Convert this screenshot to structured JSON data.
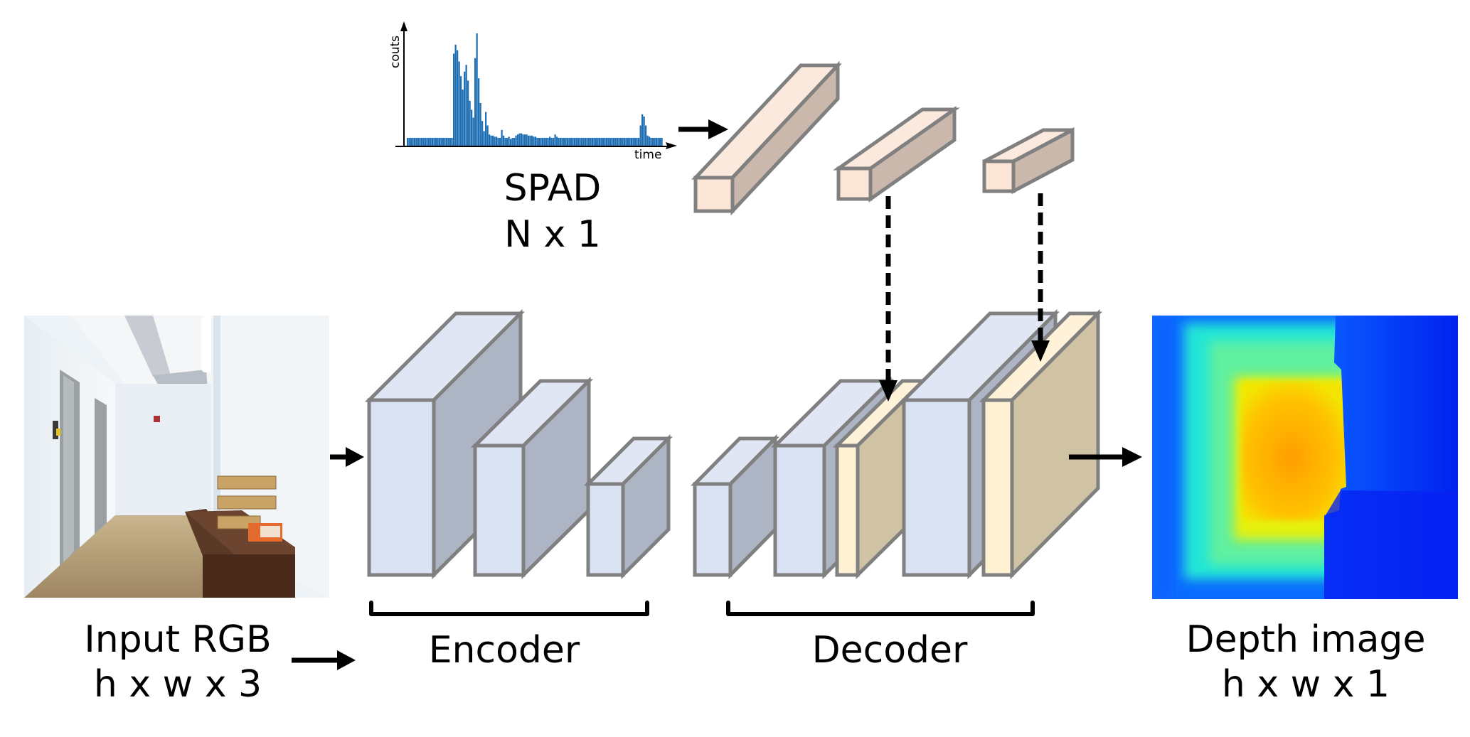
{
  "spad": {
    "title": "SPAD",
    "shape": "N x 1",
    "histogram": {
      "ylabel": "couts",
      "xlabel": "time",
      "bar_color": "#1f6fb4",
      "counts": [
        0.07,
        0.07,
        0.07,
        0.07,
        0.07,
        0.07,
        0.07,
        0.07,
        0.07,
        0.07,
        0.07,
        0.07,
        0.07,
        0.07,
        0.07,
        0.07,
        0.07,
        0.07,
        0.07,
        0.07,
        0.07,
        0.07,
        0.07,
        0.07,
        0.07,
        0.07,
        0.82,
        0.9,
        0.85,
        0.75,
        0.62,
        0.5,
        0.66,
        0.72,
        0.58,
        0.4,
        0.32,
        0.25,
        0.78,
        1.0,
        0.6,
        0.38,
        0.22,
        0.13,
        0.3,
        0.18,
        0.1,
        0.09,
        0.09,
        0.08,
        0.08,
        0.07,
        0.07,
        0.14,
        0.09,
        0.07,
        0.07,
        0.08,
        0.06,
        0.07,
        0.07,
        0.09,
        0.1,
        0.11,
        0.11,
        0.1,
        0.1,
        0.1,
        0.09,
        0.09,
        0.09,
        0.08,
        0.08,
        0.07,
        0.07,
        0.07,
        0.07,
        0.07,
        0.07,
        0.07,
        0.08,
        0.07,
        0.07,
        0.1,
        0.08,
        0.07,
        0.07,
        0.07,
        0.07,
        0.07,
        0.07,
        0.07,
        0.07,
        0.07,
        0.07,
        0.07,
        0.07,
        0.07,
        0.07,
        0.07,
        0.07,
        0.07,
        0.07,
        0.07,
        0.07,
        0.07,
        0.07,
        0.07,
        0.07,
        0.07,
        0.07,
        0.07,
        0.07,
        0.07,
        0.07,
        0.07,
        0.07,
        0.07,
        0.07,
        0.07,
        0.07,
        0.07,
        0.07,
        0.07,
        0.07,
        0.07,
        0.07,
        0.07,
        0.07,
        0.07,
        0.07,
        0.18,
        0.28,
        0.26,
        0.18,
        0.09,
        0.08,
        0.07,
        0.07,
        0.07,
        0.07,
        0.07,
        0.07,
        0.07
      ]
    },
    "feature_blocks": [
      {
        "name": "spad-feature-1",
        "kind": "spad"
      },
      {
        "name": "spad-feature-2",
        "kind": "spad",
        "skip_to": "decoder-concat-1"
      },
      {
        "name": "spad-feature-3",
        "kind": "spad",
        "skip_to": "decoder-concat-2"
      }
    ]
  },
  "input": {
    "title": "Input RGB",
    "shape": "h x w x 3"
  },
  "encoder": {
    "label": "Encoder",
    "blocks": [
      {
        "name": "encoder-block-1",
        "kind": "feature"
      },
      {
        "name": "encoder-block-2",
        "kind": "feature"
      },
      {
        "name": "encoder-block-3",
        "kind": "feature"
      }
    ]
  },
  "decoder": {
    "label": "Decoder",
    "blocks": [
      {
        "name": "decoder-block-1",
        "kind": "feature"
      },
      {
        "name": "decoder-block-2",
        "kind": "feature"
      },
      {
        "name": "decoder-concat-1",
        "kind": "spad-concat"
      },
      {
        "name": "decoder-block-3",
        "kind": "feature"
      },
      {
        "name": "decoder-concat-2",
        "kind": "spad-concat"
      }
    ]
  },
  "output": {
    "title": "Depth image",
    "shape": "h x w x 1"
  },
  "colors": {
    "feature_front": "#dae3f3",
    "feature_top": "#e0e6f4",
    "feature_side": "#adb5c4",
    "concat_front": "#fff2d2",
    "concat_top": "#fff2d8",
    "concat_side": "#cfc3a4",
    "spad_front": "#fbe5d6",
    "spad_top": "#fbe9de",
    "spad_side": "#c9b8ab",
    "edge": "#808080"
  }
}
